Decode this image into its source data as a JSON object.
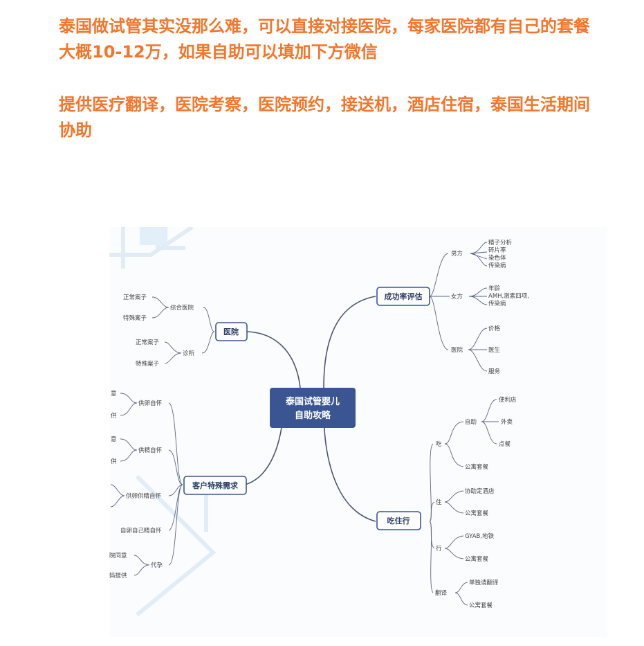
{
  "intro": {
    "para1": "泰国做试管其实没那么难，可以直接对接医院，每家医院都有自己的套餐大概10-12万，如果自助可以填加下方微信",
    "para2": "提供医疗翻译，医院考察，医院预约，接送机，酒店住宿，泰国生活期间协助"
  },
  "mindmap": {
    "center": {
      "line1": "泰国试管婴儿",
      "line2": "自助攻略"
    },
    "success": {
      "label": "成功率评估",
      "male": {
        "label": "男方",
        "items": [
          "精子分析",
          "碎片率",
          "染色体",
          "传染病"
        ]
      },
      "female": {
        "label": "女方",
        "items": [
          "年龄",
          "AMH,激素四项,",
          "传染病"
        ]
      },
      "hospital": {
        "label": "医院",
        "items": [
          "价格",
          "医生",
          "服务"
        ]
      }
    },
    "living": {
      "label": "吃住行",
      "eat": {
        "label": "吃",
        "self": {
          "label": "自助",
          "items": [
            "便利店",
            "外卖",
            "点餐"
          ]
        },
        "apartment": "公寓套餐"
      },
      "stay": {
        "label": "住",
        "items": [
          "协助定酒店",
          "公寓套餐"
        ]
      },
      "travel": {
        "label": "行",
        "items": [
          "GYAB,地铁",
          "公寓套餐"
        ]
      },
      "translate": {
        "label": "翻译",
        "items": [
          "单独请翻译",
          "公寓套餐"
        ]
      }
    },
    "hospital": {
      "label": "医院",
      "general": {
        "label": "综合医院",
        "items": [
          "正常案子",
          "特殊案子"
        ]
      },
      "clinic": {
        "label": "诊所",
        "items": [
          "正常案子",
          "特殊案子"
        ]
      }
    },
    "special": {
      "label": "客户特殊需求",
      "egg": {
        "label": "供卵自怀",
        "items": [
          "意",
          "供"
        ]
      },
      "sperm": {
        "label": "供精自怀",
        "items": [
          "意",
          "供"
        ]
      },
      "both": {
        "label": "供卵供精自怀"
      },
      "own": {
        "label": "自卵自己精自怀"
      },
      "surrogate": {
        "label": "代孕",
        "items": [
          "院同意",
          "妈提供"
        ]
      }
    }
  }
}
